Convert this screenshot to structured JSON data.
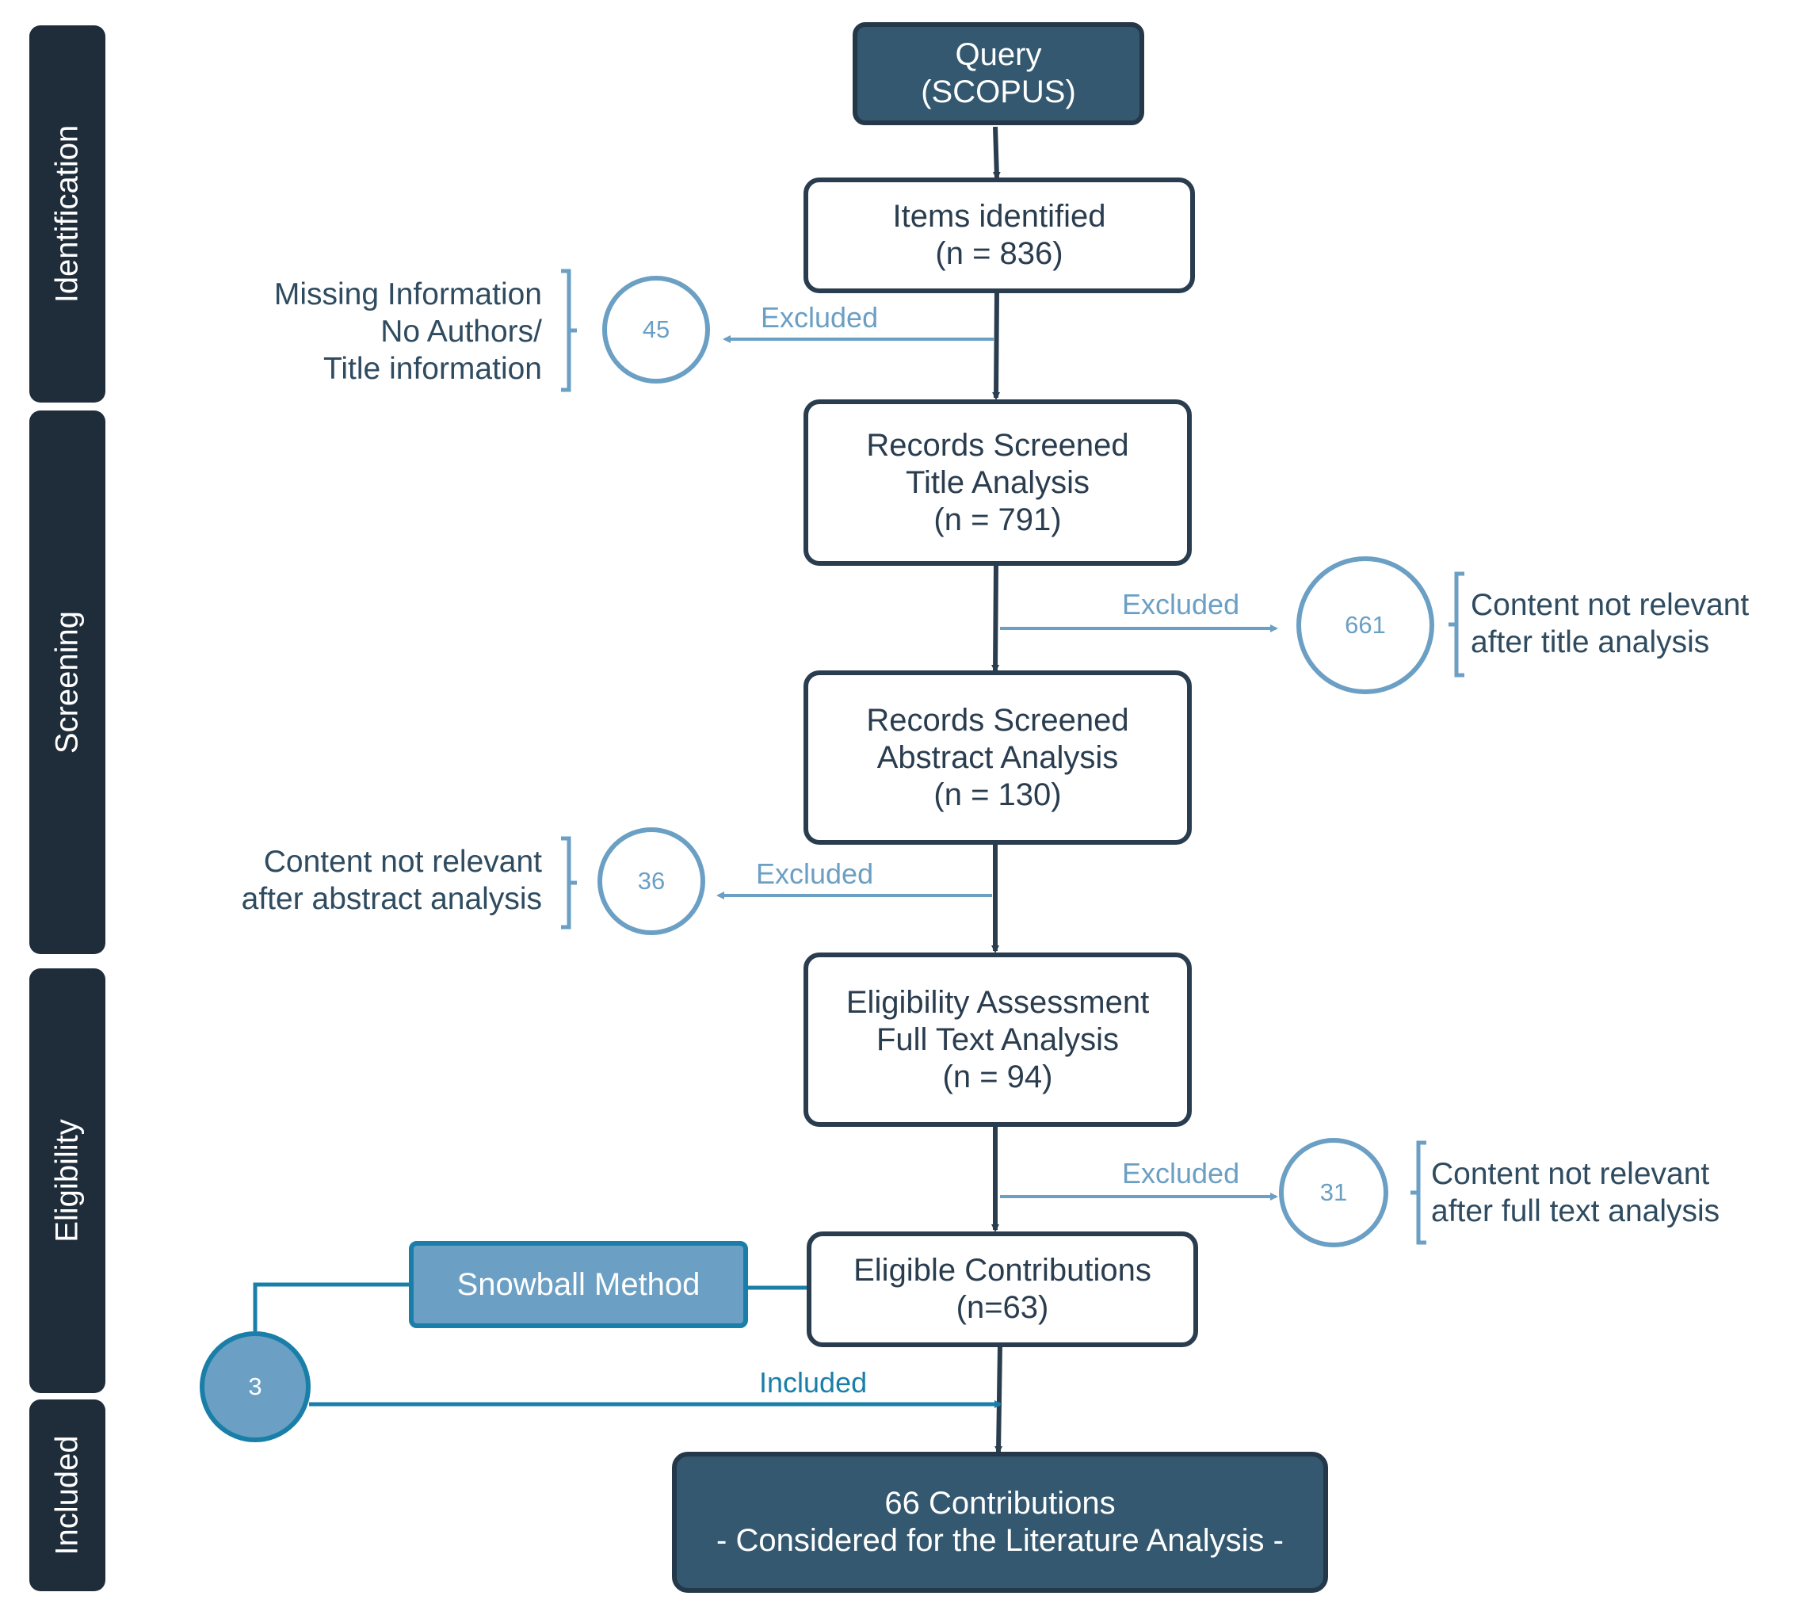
{
  "phases": [
    "Identification",
    "Screening",
    "Eligibility",
    "Included"
  ],
  "boxes": {
    "query": [
      "Query",
      "(SCOPUS)"
    ],
    "identified": [
      "Items identified",
      "(n = 836)"
    ],
    "title_screen": [
      "Records Screened",
      "Title Analysis",
      "(n = 791)"
    ],
    "abstract_screen": [
      "Records Screened",
      "Abstract Analysis",
      "(n = 130)"
    ],
    "eligibility": [
      "Eligibility Assessment",
      "Full Text Analysis",
      "(n = 94)"
    ],
    "eligible": [
      "Eligible Contributions",
      "(n=63)"
    ],
    "snowball": "Snowball Method",
    "final": [
      "66 Contributions",
      "- Considered for the Literature Analysis -"
    ]
  },
  "exclusions": [
    {
      "count": "45",
      "label": "Excluded",
      "reason": [
        "Missing Information",
        "No Authors/",
        "Title information"
      ]
    },
    {
      "count": "661",
      "label": "Excluded",
      "reason": [
        "Content not relevant",
        "after title analysis"
      ]
    },
    {
      "count": "36",
      "label": "Excluded",
      "reason": [
        "Content not relevant",
        "after abstract analysis"
      ]
    },
    {
      "count": "31",
      "label": "Excluded",
      "reason": [
        "Content not relevant",
        "after full text analysis"
      ]
    }
  ],
  "inclusion": {
    "count": "3",
    "label": "Included"
  },
  "colors": {
    "dark": "#2a3d4f",
    "phase": "#1f2d3b",
    "light_blue": "#6b9fc4",
    "teal": "#1a7fa8",
    "final_fill": "#33586f"
  }
}
